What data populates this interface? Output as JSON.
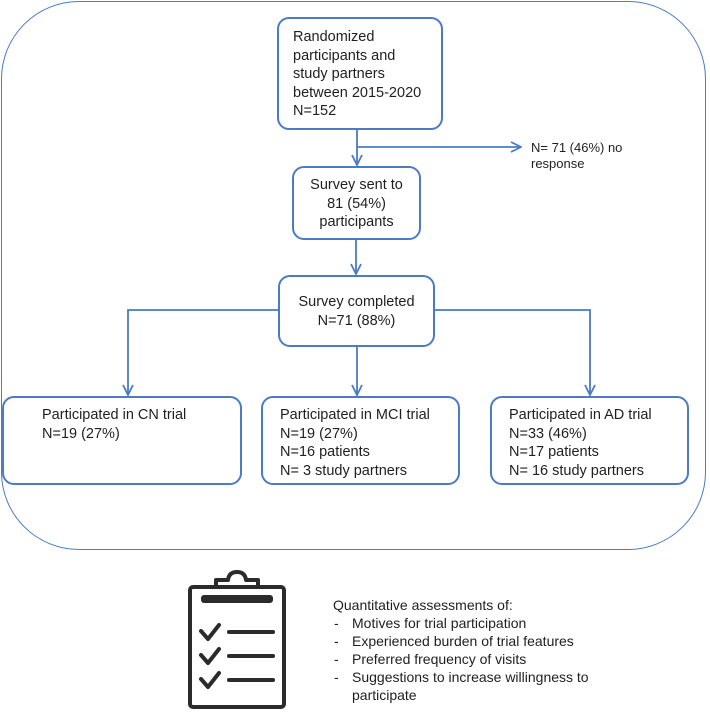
{
  "flowchart": {
    "randomized": {
      "lines": [
        "Randomized",
        "participants and",
        "study partners",
        "between 2015-2020",
        "N=152"
      ]
    },
    "no_response": {
      "lines": [
        "N= 71 (46%) no",
        "response"
      ]
    },
    "survey_sent": {
      "lines": [
        "Survey sent to",
        "81 (54%)",
        "participants"
      ]
    },
    "survey_completed": {
      "lines": [
        "Survey completed",
        "N=71 (88%)"
      ]
    },
    "cn_trial": {
      "lines": [
        "Participated in CN trial",
        "N=19 (27%)"
      ]
    },
    "mci_trial": {
      "lines": [
        "Participated in MCI trial",
        "N=19 (27%)",
        "N=16 patients",
        "N= 3 study partners"
      ]
    },
    "ad_trial": {
      "lines": [
        "Participated in AD trial",
        "N=33 (46%)",
        "N=17 patients",
        "N= 16 study partners"
      ]
    }
  },
  "assessments": {
    "title": "Quantitative assessments of:",
    "items": [
      [
        "Motives for trial participation"
      ],
      [
        "Experienced burden of trial features"
      ],
      [
        "Preferred frequency of visits"
      ],
      [
        "Suggestions to increase willingness to",
        "participate"
      ]
    ]
  },
  "icons": {
    "checklist": "clipboard-checklist-icon"
  },
  "colors": {
    "line": "#4a7bc4",
    "icon": "#2b2b2b",
    "text": "#1f1f1f"
  }
}
